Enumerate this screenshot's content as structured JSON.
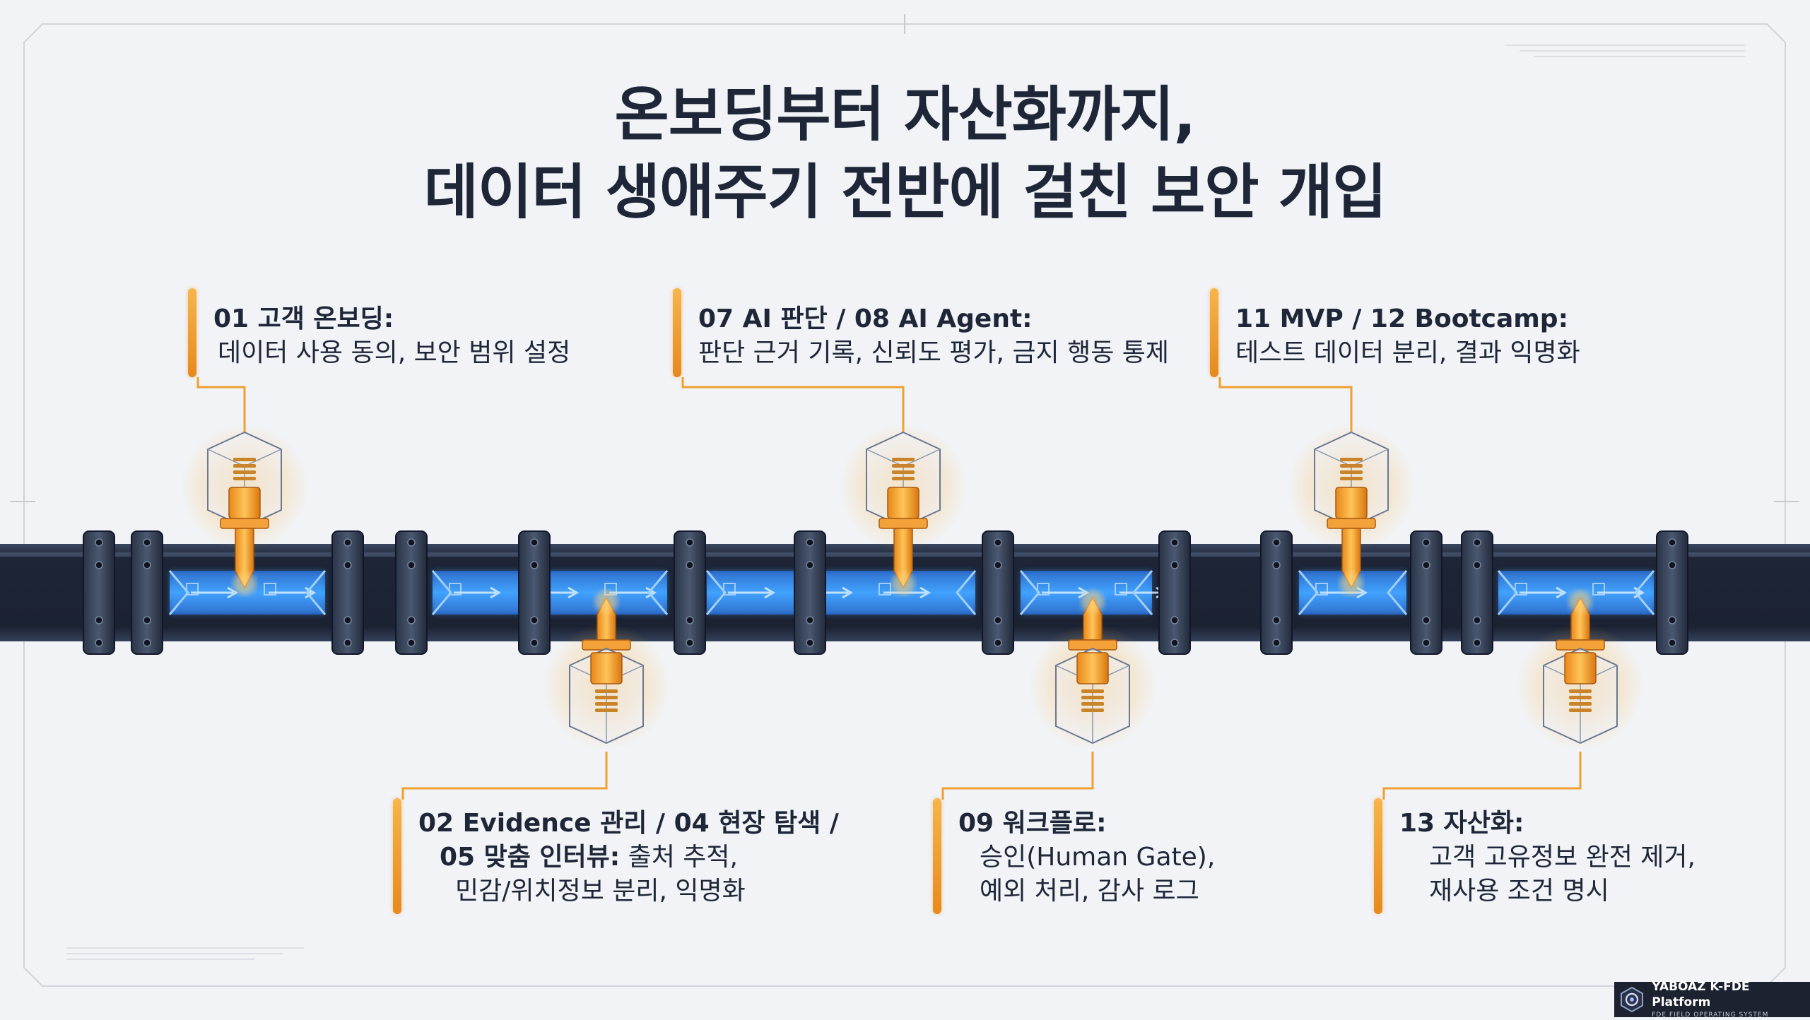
{
  "title": {
    "line1": "온보딩부터 자산화까지,",
    "line2": "데이터 생애주기 전반에 걸친 보안 개입"
  },
  "callouts": [
    {
      "heading": "01 고객 온보딩:",
      "body_lines": [
        "데이터 사용 동의, 보안 범위 설정"
      ]
    },
    {
      "heading": "07 AI 판단 / 08 AI Agent:",
      "body_lines": [
        "판단 근거 기록, 신뢰도 평가, 금지 행동 통제"
      ]
    },
    {
      "heading": "11 MVP / 12 Bootcamp:",
      "body_lines": [
        "테스트 데이터 분리, 결과 익명화"
      ]
    },
    {
      "heading_lines": [
        "02 Evidence 관리 / 04 현장 탐색 /",
        "05 맞춤 인터뷰:"
      ],
      "body_inline": " 출처 추적,",
      "body_lines": [
        "민감/위치정보 분리, 익명화"
      ]
    },
    {
      "heading": "09 워크플로:",
      "body_lines": [
        "승인(Human Gate),",
        "예외 처리, 감사 로그"
      ]
    },
    {
      "heading": "13 자산화:",
      "body_lines": [
        "고객 고유정보 완전 제거,",
        "재사용 조건 명시"
      ]
    }
  ],
  "colors": {
    "background": "#f1f3f6",
    "pipe": "#222b3e",
    "flow": "#2f8cf0",
    "accent_orange": "#f0a030",
    "text": "#1e2638"
  },
  "icons": [
    "security-probe-icon",
    "flow-symbol-icon",
    "platform-logo-icon"
  ],
  "brand": {
    "name": "YABOAZ K-FDE Platform",
    "subtitle": "FDE FIELD OPERATING SYSTEM"
  }
}
